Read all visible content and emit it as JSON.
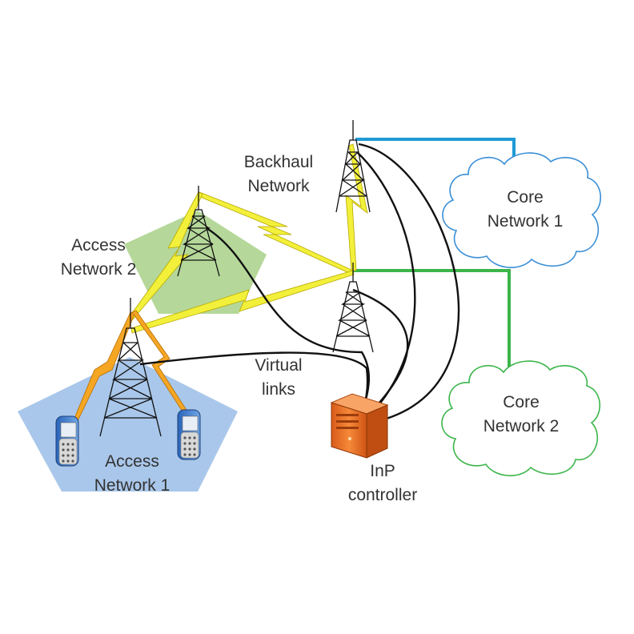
{
  "labels": {
    "backhaul_line1": "Backhaul",
    "backhaul_line2": "Network",
    "access2_line1": "Access",
    "access2_line2": "Network 2",
    "access1_line1": "Access",
    "access1_line2": "Network 1",
    "core1_line1": "Core",
    "core1_line2": "Network 1",
    "core2_line1": "Core",
    "core2_line2": "Network 2",
    "virtual_line1": "Virtual",
    "virtual_line2": "links",
    "inp_line1": "InP",
    "inp_line2": "controller"
  },
  "colors": {
    "access1_area": "#a9c7ea",
    "access2_area": "#b5d89a",
    "core1_link": "#1f9ad6",
    "core2_link": "#3bb54a",
    "core1_cloud": "#3a8fd6",
    "core2_cloud": "#3bb54a",
    "wireless_yellow": "#f2f03a",
    "wireless_orange": "#f5a623",
    "server": "#f07828",
    "virtual_link": "#111111"
  },
  "icons": [
    "tower-icon",
    "cloud-icon",
    "phone-icon",
    "server-icon",
    "lightning-link-icon"
  ]
}
